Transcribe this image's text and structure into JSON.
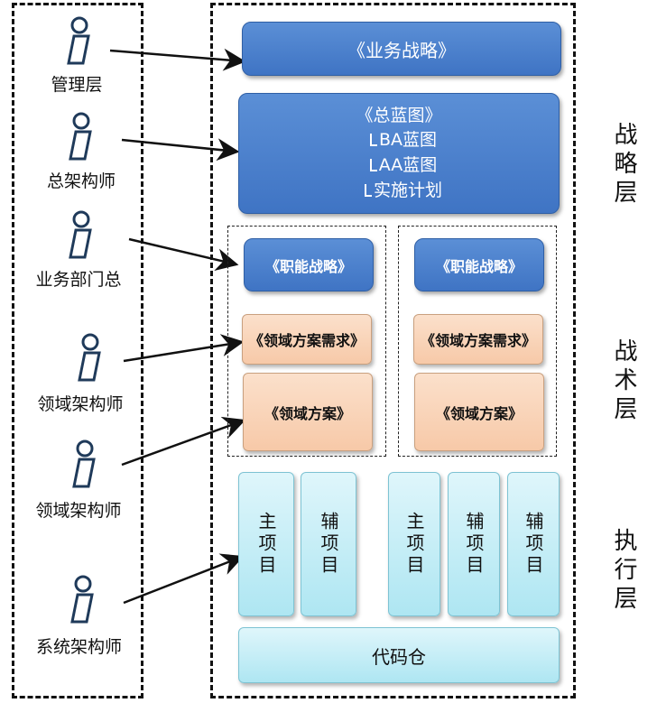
{
  "roles": [
    {
      "label": "管理层"
    },
    {
      "label": "总架构师"
    },
    {
      "label": "业务部门总"
    },
    {
      "label": "领域架构师"
    },
    {
      "label": "领域架构师"
    },
    {
      "label": "系统架构师"
    }
  ],
  "strategy": {
    "business_strategy": "《业务战略》",
    "blueprint_title": "《总蓝图》",
    "blueprint_items": [
      "BA蓝图",
      "AA蓝图",
      "实施计划"
    ]
  },
  "tactics": {
    "functional_strategy_left": "《职能战略》",
    "functional_strategy_right": "《职能战略》",
    "domain_requirement_left": "《领域方案需求》",
    "domain_requirement_right": "《领域方案需求》",
    "domain_solution_left": "《领域方案》",
    "domain_solution_right": "《领域方案》"
  },
  "execution": {
    "projects": [
      "主项目",
      "辅项目",
      "主项目",
      "辅项目",
      "辅项目"
    ],
    "code_repo": "代码仓"
  },
  "layers": [
    "战略层",
    "战术层",
    "执行层"
  ],
  "colors": {
    "blue": "#4a80cc",
    "orange": "#f9d4b8",
    "cyan": "#c6eef7"
  }
}
